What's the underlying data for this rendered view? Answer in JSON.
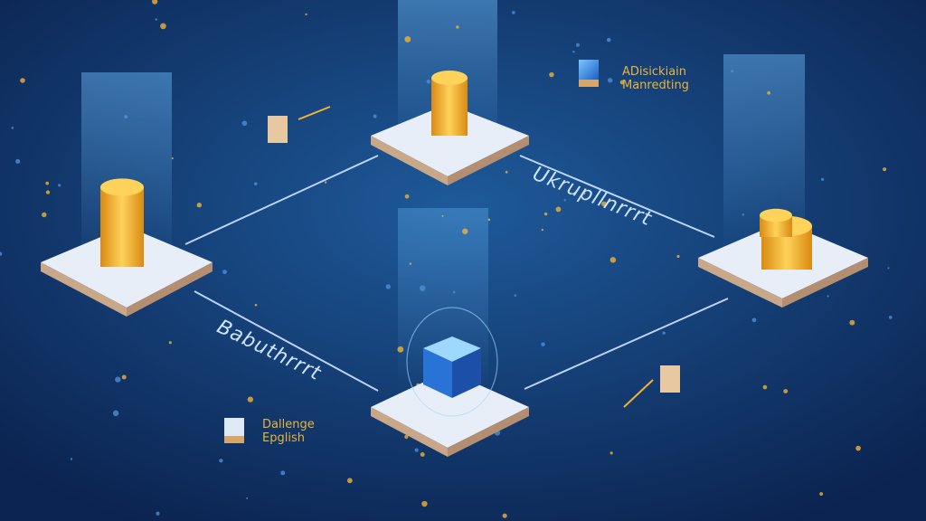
{
  "labels": {
    "top_right": {
      "line1": "ADisickiain",
      "line2": "Manredting"
    },
    "bottom_left": {
      "line1": "Dallenge",
      "line2": "Epglish"
    }
  },
  "connector_text": {
    "upper_right": "Ukrupllnrrrt",
    "lower_left": "Babuthrrrt"
  },
  "colors": {
    "background": "#0f2d5c",
    "gold": "#f1b234",
    "line": "#cfe3ff",
    "cube": "#2f7fe0"
  }
}
